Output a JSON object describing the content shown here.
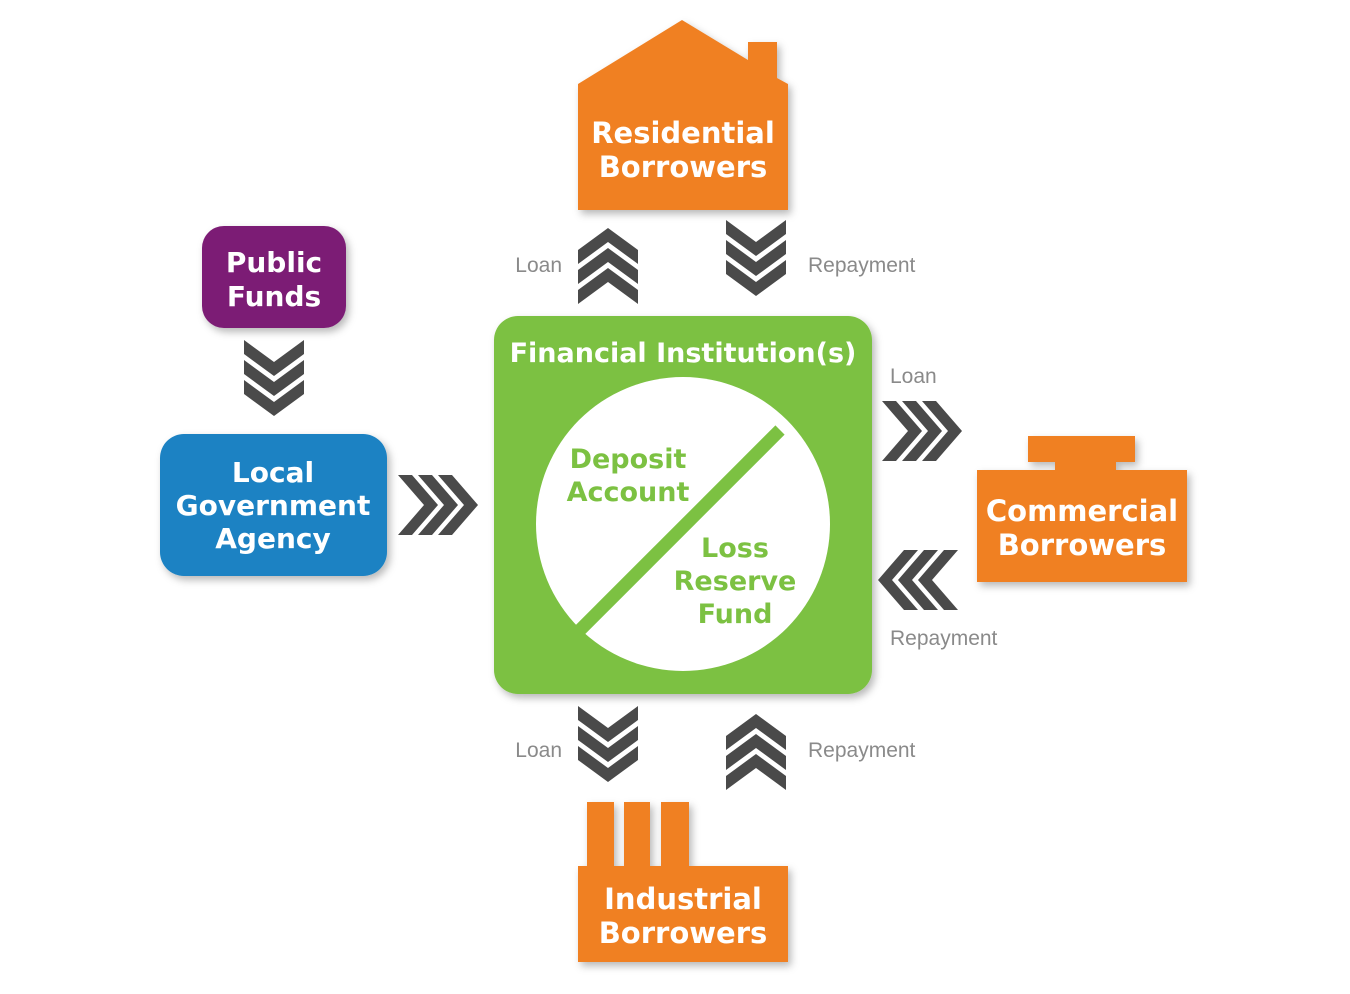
{
  "colors": {
    "orange": "#f08023",
    "purple": "#7b1c74",
    "blue": "#1a82c3",
    "green": "#7cc142",
    "arrow": "#4a4a4a",
    "label": "#8a8a8a"
  },
  "nodes": {
    "residential": {
      "line1": "Residential",
      "line2": "Borrowers"
    },
    "public_funds": {
      "line1": "Public",
      "line2": "Funds"
    },
    "local_gov": {
      "line1": "Local",
      "line2": "Government",
      "line3": "Agency"
    },
    "financial": {
      "title": "Financial Institution(s)",
      "deposit_line1": "Deposit",
      "deposit_line2": "Account",
      "loss_line1": "Loss",
      "loss_line2": "Reserve",
      "loss_line3": "Fund"
    },
    "commercial": {
      "line1": "Commercial",
      "line2": "Borrowers"
    },
    "industrial": {
      "line1": "Industrial",
      "line2": "Borrowers"
    }
  },
  "flows": {
    "residential_loan": "Loan",
    "residential_repayment": "Repayment",
    "commercial_loan": "Loan",
    "commercial_repayment": "Repayment",
    "industrial_loan": "Loan",
    "industrial_repayment": "Repayment"
  }
}
